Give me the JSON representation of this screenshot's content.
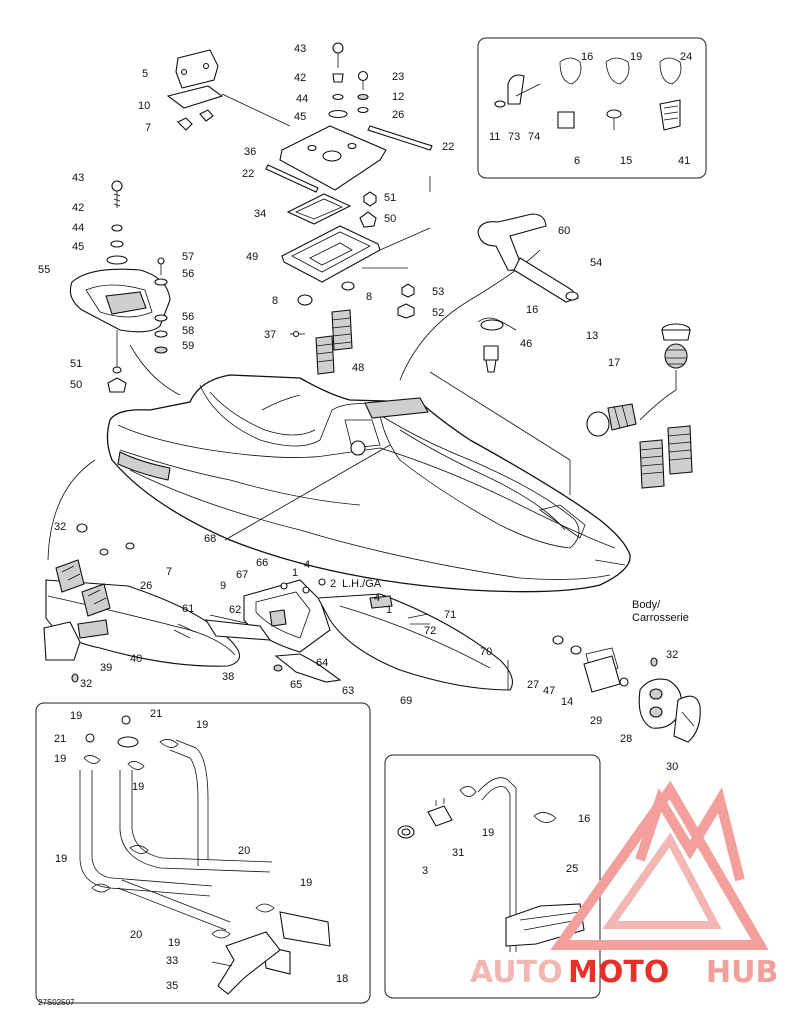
{
  "diagram": {
    "code": "27S02507",
    "notes": {
      "body": "Body/",
      "carrosserie": "Carrosserie",
      "side": "L.H./GA"
    },
    "callouts": [
      "1",
      "2",
      "3",
      "4",
      "5",
      "6",
      "7",
      "8",
      "9",
      "10",
      "11",
      "12",
      "13",
      "14",
      "15",
      "16",
      "17",
      "18",
      "19",
      "20",
      "21",
      "22",
      "23",
      "24",
      "25",
      "26",
      "27",
      "28",
      "29",
      "30",
      "31",
      "32",
      "33",
      "34",
      "35",
      "36",
      "37",
      "38",
      "39",
      "40",
      "41",
      "42",
      "43",
      "44",
      "45",
      "46",
      "47",
      "48",
      "49",
      "50",
      "51",
      "52",
      "53",
      "54",
      "55",
      "56",
      "57",
      "58",
      "59",
      "60",
      "61",
      "62",
      "63",
      "64",
      "65",
      "66",
      "67",
      "68",
      "69",
      "70",
      "71",
      "72",
      "73",
      "74"
    ]
  },
  "watermark": {
    "part1": "AUTO",
    "part2": "MOTO",
    "part3": "HUB",
    "color_main": "#e8302a",
    "color_light": "#f3a09c",
    "color_accent": "#f2b7b3"
  }
}
